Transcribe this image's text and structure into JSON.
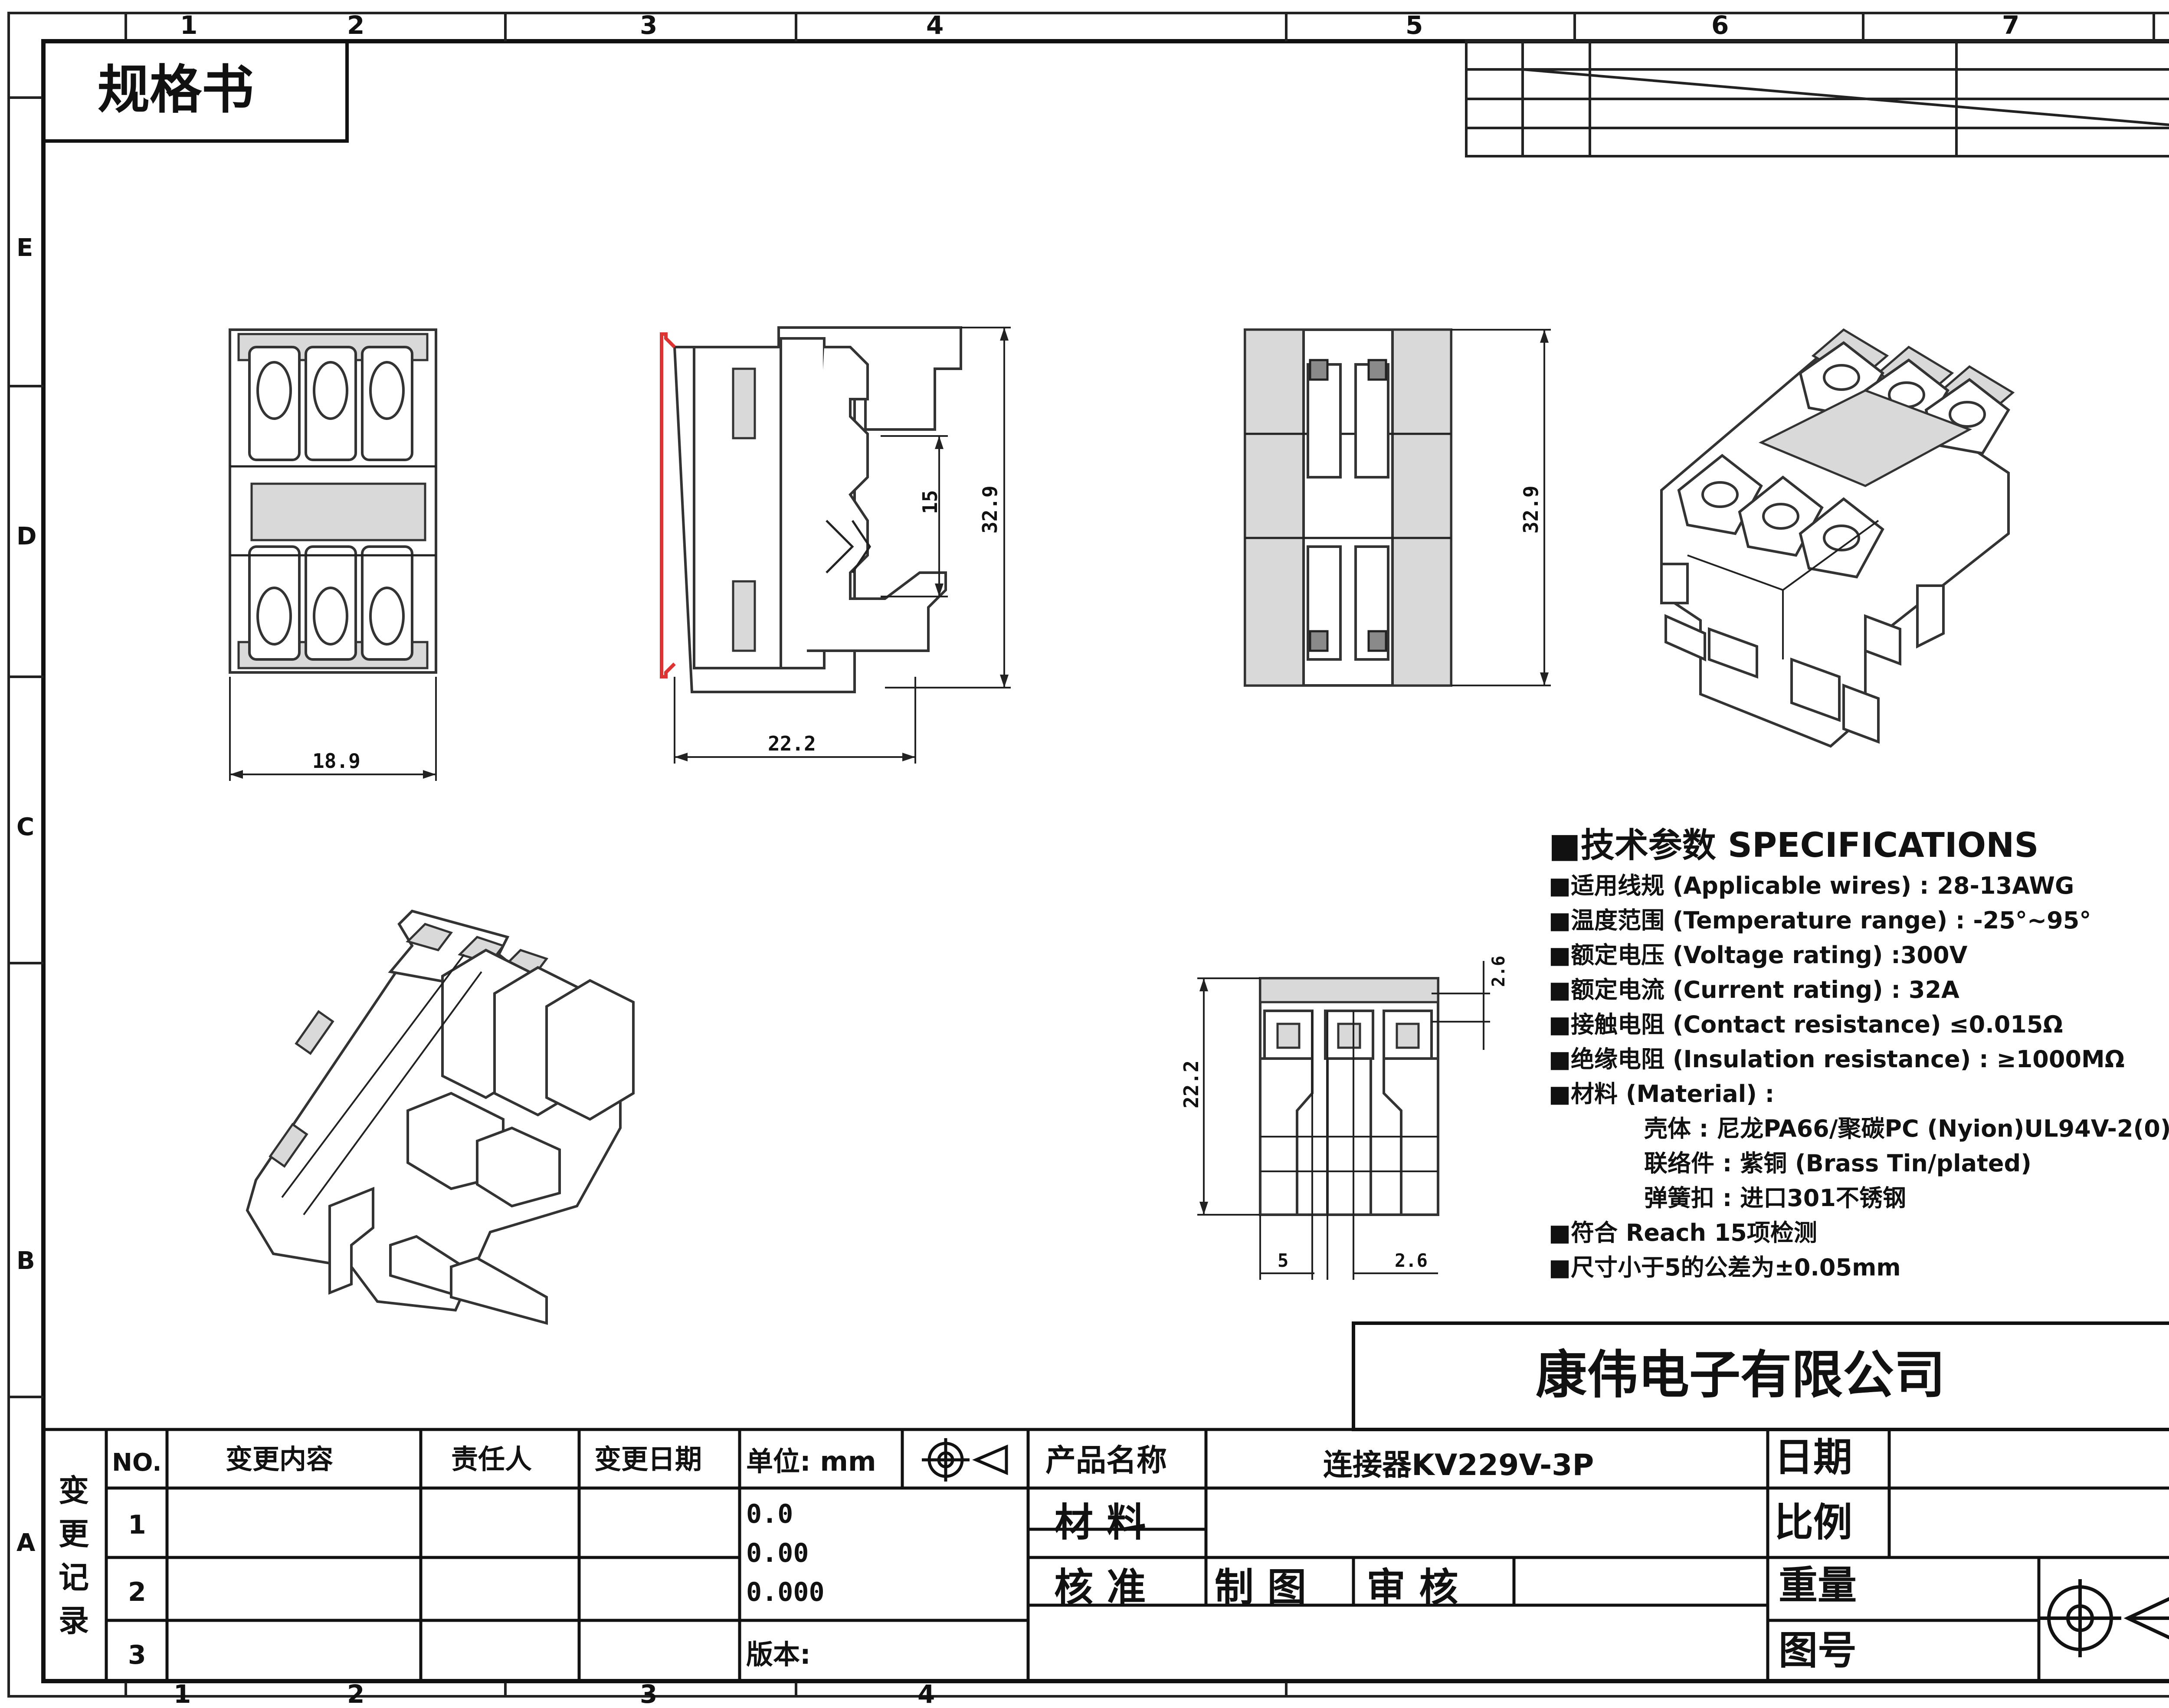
{
  "title_box": {
    "title": "规格书"
  },
  "grid": {
    "top_cols": [
      "1",
      "2",
      "3",
      "4",
      "5",
      "6",
      "7"
    ],
    "bottom_cols": [
      "1",
      "2",
      "3",
      "4"
    ],
    "rows": [
      "E",
      "D",
      "C",
      "B",
      "A"
    ]
  },
  "views": {
    "front_width": "18.9",
    "side_depth": "22.2",
    "side_height": "32.9",
    "side_inner": "15",
    "rear_height": "32.9",
    "bottom_height": "22.2",
    "bottom_top": "2.6",
    "bottom_left": "5",
    "bottom_pitch": "2.6"
  },
  "specs": {
    "heading": "■技术参数  SPECIFICATIONS",
    "lines": [
      "■适用线规 (Applicable wires) : 28-13AWG",
      "■温度范围 (Temperature range) : -25°~95°",
      "■额定电压 (Voltage rating) :300V",
      "■额定电流 (Current rating) : 32A",
      "■接触电阻 (Contact resistance) ≤0.015Ω",
      "■绝缘电阻 (Insulation resistance) : ≥1000MΩ",
      "■材料 (Material) :"
    ],
    "material_lines": [
      "壳体  : 尼龙PA66/聚碳PC (Nyion)UL94V-2(0)",
      "联络件 : 紫铜 (Brass  Tin/plated)",
      "弹簧扣 : 进口301不锈钢"
    ],
    "tail_lines": [
      "■符合 Reach  15项检测",
      "■尺寸小于5的公差为±0.05mm"
    ]
  },
  "company": "康伟电子有限公司",
  "title_block": {
    "change_record_label": [
      "变",
      "更",
      "记",
      "录"
    ],
    "no_header": "NO.",
    "headers": [
      "变更内容",
      "责任人",
      "变更日期"
    ],
    "row_numbers": [
      "1",
      "2",
      "3"
    ],
    "unit_label": "单位: mm",
    "tolerances": [
      "0.0",
      "0.00",
      "0.000"
    ],
    "version_label": "版本:",
    "product_name_label": "产品名称",
    "product_name": "连接器KV229V-3P",
    "material_label": "材 料",
    "approve_label": "核 准",
    "drawn_label": "制 图",
    "review_label": "审 核",
    "date_label": "日期",
    "scale_label": "比例",
    "weight_label": "重量",
    "drawing_no_label": "图号"
  }
}
